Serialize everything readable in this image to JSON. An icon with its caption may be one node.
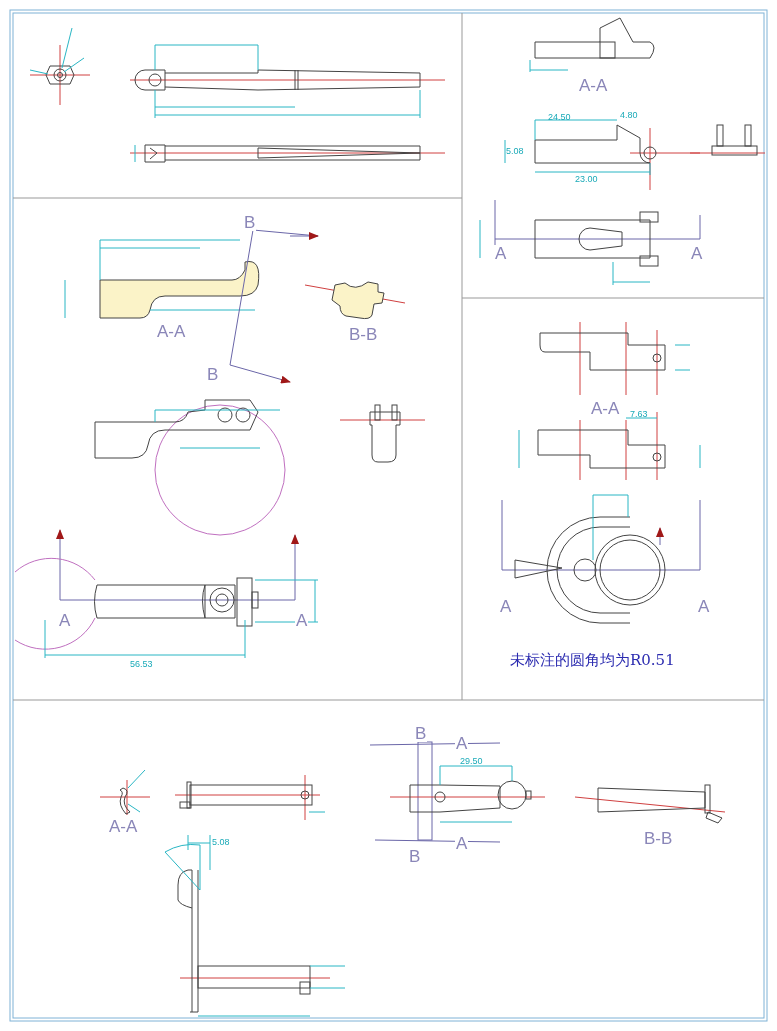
{
  "diagram": {
    "labels": [
      "B",
      "A-A",
      "B-B",
      "B",
      "A",
      "A",
      "56.53",
      "A-A",
      "24.50",
      "4.80",
      "5.08",
      "23.00",
      "A",
      "A",
      "A-A",
      "7.63",
      "A",
      "A",
      "未标注的圆角均为R0.51",
      "B",
      "A",
      "A-A",
      "B",
      "A",
      "B-B",
      "29.50",
      "5.08"
    ]
  }
}
